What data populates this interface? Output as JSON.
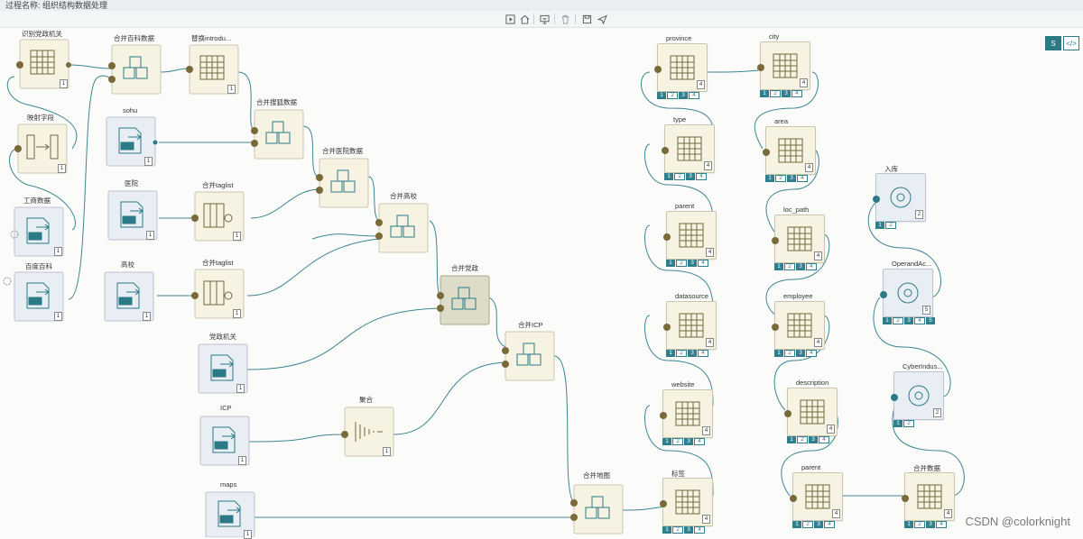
{
  "title": "过程名称: 组织结构数据处理",
  "watermark": "CSDN @colorknight",
  "right_tools": [
    "S",
    "</>"
  ],
  "toolbar": {
    "icons": [
      "run-icon",
      "home-icon",
      "monitor-icon",
      "delete-icon",
      "save-icon",
      "send-icon"
    ]
  },
  "nodes": {
    "n1": {
      "label": "识别党政机关",
      "count": "1"
    },
    "n2": {
      "label": "合并百科数据"
    },
    "n3": {
      "label": "替换introdu...",
      "count": "1"
    },
    "n4": {
      "label": "映射字段",
      "count": "1"
    },
    "n5": {
      "label": "sohu",
      "count": "1"
    },
    "n6": {
      "label": "合并搜狐数据"
    },
    "n7": {
      "label": "工商数据",
      "count": "1"
    },
    "n8": {
      "label": "合并医院数据"
    },
    "n9": {
      "label": "医院",
      "count": "1"
    },
    "n10": {
      "label": "合并taglist",
      "count": "1"
    },
    "n11": {
      "label": "合并高校"
    },
    "n12": {
      "label": "百度百科",
      "count": "1"
    },
    "n13": {
      "label": "高校",
      "count": "1"
    },
    "n14": {
      "label": "合并taglist",
      "count": "1"
    },
    "n15": {
      "label": "合并党政"
    },
    "n16": {
      "label": "党政机关",
      "count": "1"
    },
    "n17": {
      "label": "合并ICP"
    },
    "n18": {
      "label": "ICP",
      "count": "1"
    },
    "n19": {
      "label": "聚合",
      "count": "1"
    },
    "n20": {
      "label": "maps",
      "count": "1"
    },
    "n21": {
      "label": "合并地图"
    },
    "r1": {
      "label": "province",
      "count": "4"
    },
    "r2": {
      "label": "city",
      "count": "4"
    },
    "r3": {
      "label": "type",
      "count": "4"
    },
    "r4": {
      "label": "area",
      "count": "4"
    },
    "r5": {
      "label": "parent",
      "count": "4"
    },
    "r6": {
      "label": "loc_path",
      "count": "4"
    },
    "r7": {
      "label": "datasource",
      "count": "4"
    },
    "r8": {
      "label": "employee",
      "count": "4"
    },
    "r9": {
      "label": "website",
      "count": "4"
    },
    "r10": {
      "label": "description",
      "count": "4"
    },
    "r11": {
      "label": "标签",
      "count": "4"
    },
    "r12": {
      "label": "parent",
      "count": "4"
    },
    "r13": {
      "label": "合并数据",
      "count": "4"
    },
    "x1": {
      "label": "入库",
      "count": "2"
    },
    "x2": {
      "label": "OperandAc...",
      "count": "5"
    },
    "x3": {
      "label": "CyberIndus...",
      "count": "2"
    }
  },
  "port_rows": {
    "four": [
      "1",
      "2",
      "3",
      "4"
    ],
    "five": [
      "1",
      "2",
      "3",
      "4",
      "5"
    ],
    "two": [
      "1",
      "2"
    ]
  }
}
